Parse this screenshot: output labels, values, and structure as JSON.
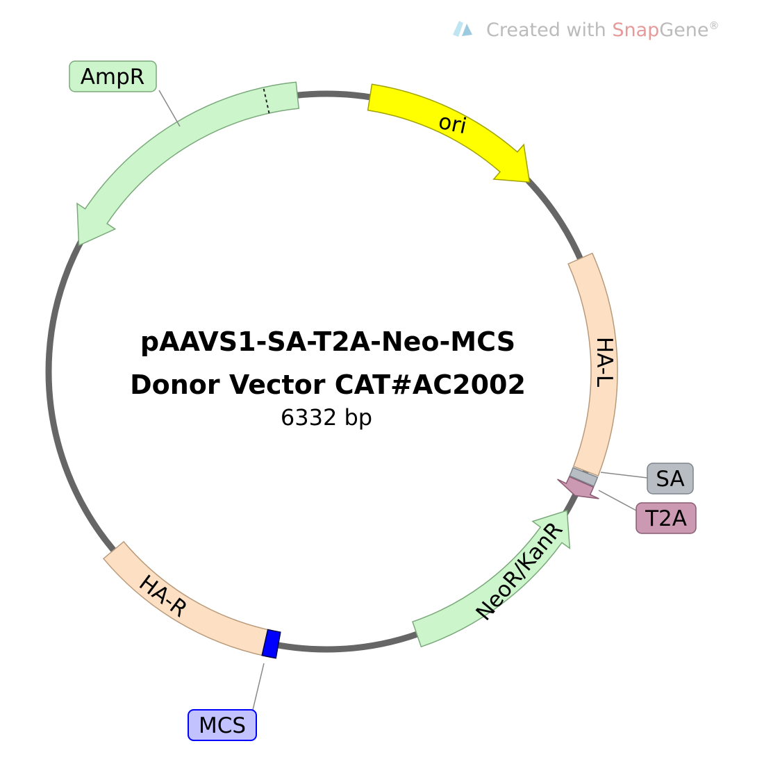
{
  "watermark": {
    "prefix": "Created with ",
    "brand_a": "Snap",
    "brand_b": "Gene",
    "mark": "®"
  },
  "plasmid": {
    "name_line1": "pAAVS1-SA-T2A-Neo-MCS",
    "name_line2": "Donor Vector CAT#AC2002",
    "length": "6332 bp"
  },
  "features": {
    "ori": {
      "label": "ori",
      "color": "#ffff00",
      "stroke": "#a0a000"
    },
    "ampr": {
      "label": "AmpR",
      "color": "#ccf5cc",
      "stroke": "#7aa87a"
    },
    "hal": {
      "label": "HA-L",
      "color": "#fde0c4",
      "stroke": "#b89a7a"
    },
    "sa": {
      "label": "SA",
      "color": "#b8bdc4",
      "stroke": "#7d848c"
    },
    "t2a": {
      "label": "T2A",
      "color": "#cc99b3",
      "stroke": "#8a5a72"
    },
    "neor": {
      "label": "NeoR/KanR",
      "color": "#ccf5cc",
      "stroke": "#7aa87a"
    },
    "mcs": {
      "label": "MCS",
      "color": "#0000ff",
      "stroke": "#000044",
      "label_bg": "#c2c2ff"
    },
    "har": {
      "label": "HA-R",
      "color": "#fde0c4",
      "stroke": "#b89a7a"
    }
  },
  "backbone_color": "#666666"
}
